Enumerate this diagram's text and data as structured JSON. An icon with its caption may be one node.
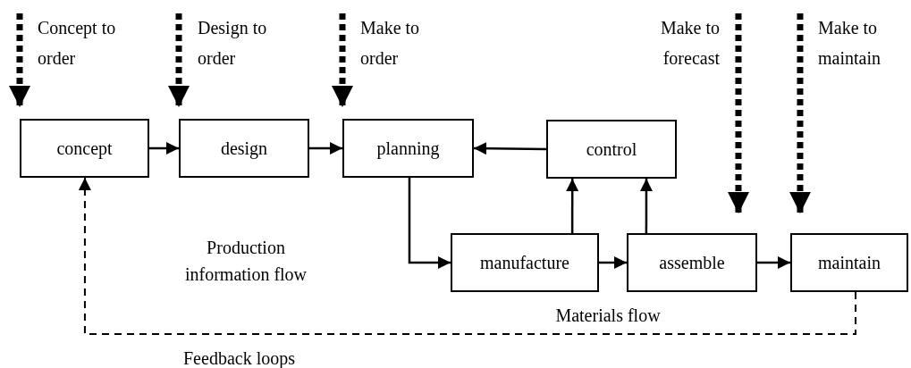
{
  "diagram": {
    "nodes": [
      {
        "text": [
          "concept"
        ]
      },
      {
        "text": [
          "design"
        ]
      },
      {
        "text": [
          "planning"
        ]
      },
      {
        "text": [
          "control"
        ]
      },
      {
        "text": [
          "manufacture"
        ]
      },
      {
        "text": [
          "assemble"
        ]
      },
      {
        "text": [
          "maintain"
        ]
      }
    ],
    "edges": [
      {
        "from": null,
        "to": 0,
        "arrow": "to",
        "style": "dashed",
        "label": "Concept to order"
      },
      {
        "from": null,
        "to": 1,
        "arrow": "to",
        "style": "dashed",
        "label": "Design to order"
      },
      {
        "from": null,
        "to": 2,
        "arrow": "to",
        "style": "dashed",
        "label": "Make to order"
      },
      {
        "from": null,
        "to": 5,
        "arrow": "to",
        "style": "dashed",
        "label": "Make to forecast"
      },
      {
        "from": null,
        "to": 6,
        "arrow": "to",
        "style": "dashed",
        "label": "Make to maintain"
      },
      {
        "from": 0,
        "to": 1,
        "arrow": "to"
      },
      {
        "from": 1,
        "to": 2,
        "arrow": "to"
      },
      {
        "from": 3,
        "to": 2,
        "arrow": "to"
      },
      {
        "from": 2,
        "to": 4,
        "arrow": "to"
      },
      {
        "from": 4,
        "to": 3,
        "arrow": "to"
      },
      {
        "from": 5,
        "to": 3,
        "arrow": "to"
      },
      {
        "from": 4,
        "to": 5,
        "arrow": "to"
      },
      {
        "from": 5,
        "to": 6,
        "arrow": "to"
      },
      {
        "from": 6,
        "to": 0,
        "arrow": "to",
        "style": "dashed",
        "label": "Feedback loops"
      }
    ],
    "labels": [
      "Production information flow",
      "Materials flow"
    ]
  }
}
